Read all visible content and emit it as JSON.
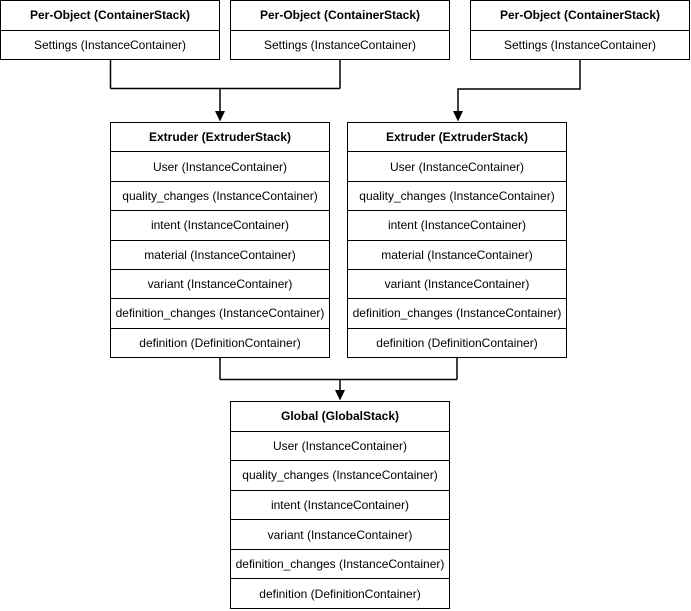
{
  "diagram": {
    "colors": {
      "stroke": "#000000",
      "fill": "#ffffff",
      "text": "#000000",
      "background": "#ffffff"
    },
    "boxes": [
      {
        "title": "Per-Object (ContainerStack)",
        "rows": [
          "Settings (InstanceContainer)"
        ]
      },
      {
        "title": "Per-Object (ContainerStack)",
        "rows": [
          "Settings (InstanceContainer)"
        ]
      },
      {
        "title": "Per-Object (ContainerStack)",
        "rows": [
          "Settings (InstanceContainer)"
        ]
      },
      {
        "title": "Extruder (ExtruderStack)",
        "rows": [
          "User (InstanceContainer)",
          "quality_changes (InstanceContainer)",
          "intent (InstanceContainer)",
          "material (InstanceContainer)",
          "variant (InstanceContainer)",
          "definition_changes (InstanceContainer)",
          "definition (DefinitionContainer)"
        ]
      },
      {
        "title": "Extruder (ExtruderStack)",
        "rows": [
          "User (InstanceContainer)",
          "quality_changes (InstanceContainer)",
          "intent (InstanceContainer)",
          "material (InstanceContainer)",
          "variant (InstanceContainer)",
          "definition_changes (InstanceContainer)",
          "definition (DefinitionContainer)"
        ]
      },
      {
        "title": "Global (GlobalStack)",
        "rows": [
          "User (InstanceContainer)",
          "quality_changes (InstanceContainer)",
          "intent (InstanceContainer)",
          "variant (InstanceContainer)",
          "definition_changes (InstanceContainer)",
          "definition (DefinitionContainer)"
        ]
      }
    ]
  }
}
